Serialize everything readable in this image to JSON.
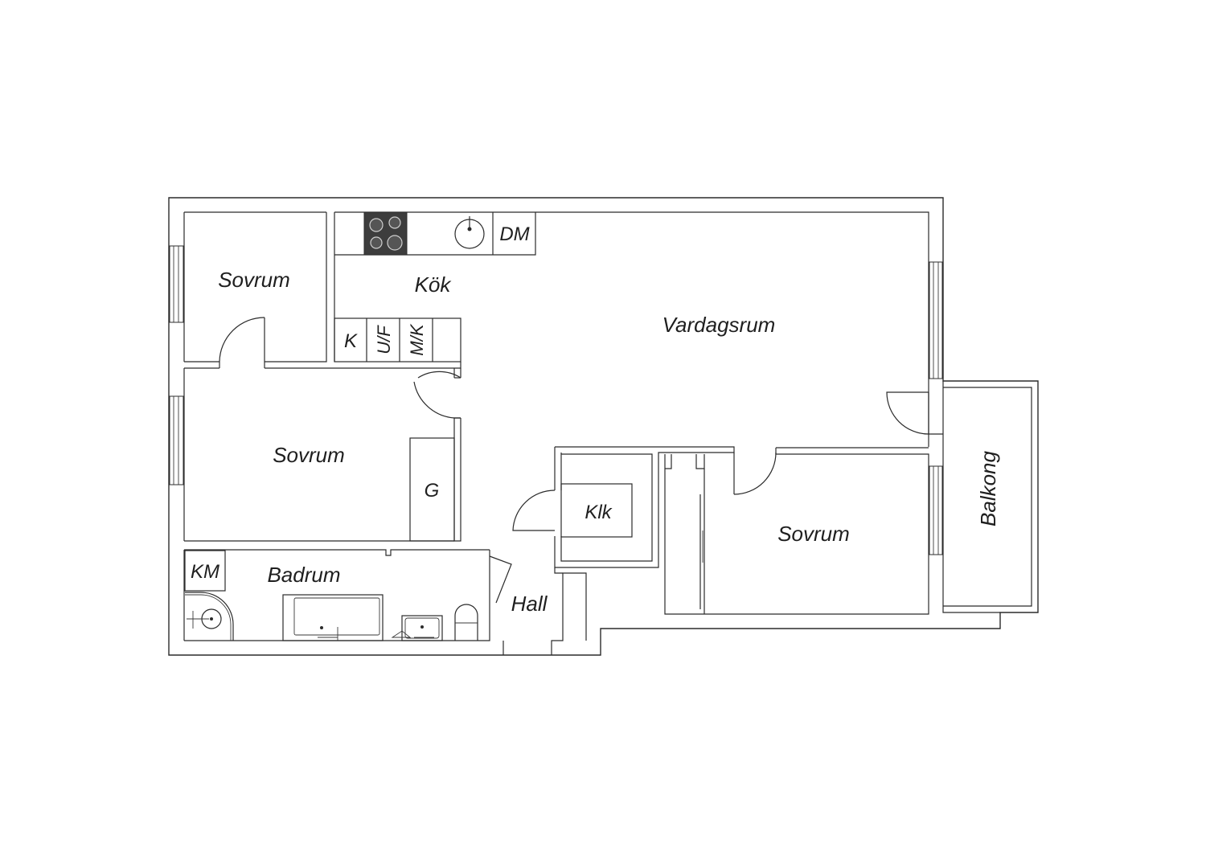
{
  "colors": {
    "wall": "#2b2b2b",
    "hob": "#3d3d3d",
    "background": "#ffffff"
  },
  "rooms": {
    "sovrum_top_left": "Sovrum",
    "kok": "Kök",
    "vardagsrum": "Vardagsrum",
    "sovrum_mid_left": "Sovrum",
    "klk": "Klk",
    "sovrum_right": "Sovrum",
    "badrum": "Badrum",
    "hall": "Hall",
    "balkong": "Balkong"
  },
  "fixtures": {
    "dishwasher": "DM",
    "fridge": "K",
    "fridge_freezer": "U/F",
    "microwave": "M/K",
    "wardrobe": "G",
    "washing_machine": "KM"
  },
  "icons": [
    "hob-icon",
    "sink-icon",
    "shower-icon",
    "bathtub-icon",
    "washbasin-icon",
    "toilet-icon",
    "door-swing-icon",
    "window-icon"
  ]
}
